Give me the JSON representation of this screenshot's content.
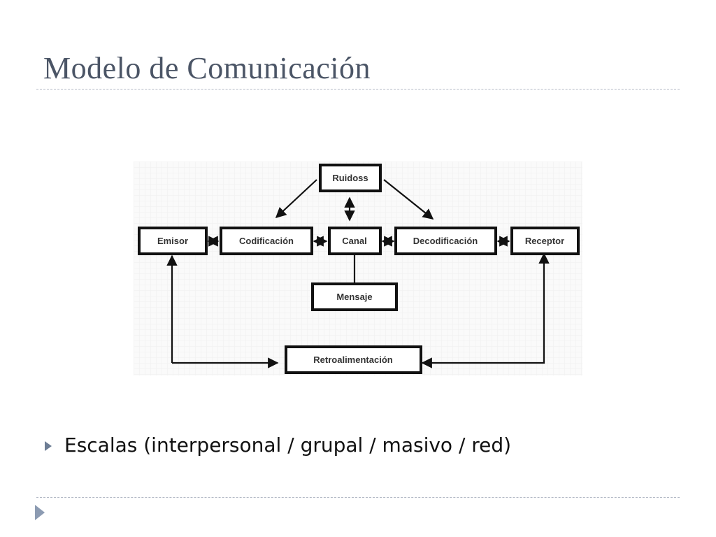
{
  "slide": {
    "title": "Modelo de Comunicación",
    "bullets": [
      "Escalas (interpersonal / grupal / masivo / red)"
    ]
  },
  "diagram": {
    "nodes": {
      "ruidos": "Ruidoss",
      "emisor": "Emisor",
      "codificacion": "Codificación",
      "canal": "Canal",
      "decodificacion": "Decodificación",
      "receptor": "Receptor",
      "mensaje": "Mensaje",
      "retroalimentacion": "Retroalimentación"
    }
  },
  "colors": {
    "title": "#4b5566",
    "bullet_marker": "#6d7d94",
    "nav_marker": "#8c9bb2",
    "diagram_line": "#111111"
  }
}
